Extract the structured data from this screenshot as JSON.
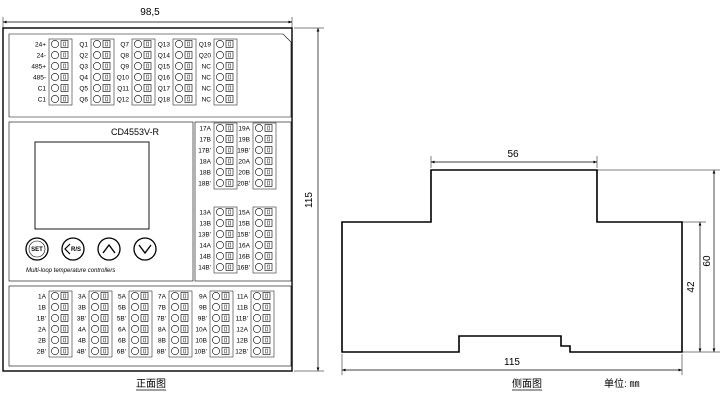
{
  "front_view": {
    "dims": {
      "width": "98,5",
      "height": "115"
    },
    "model": "CD4553V-R",
    "subtitle": "Multi-loop temperature controllers",
    "buttons": {
      "set": "SET",
      "rs": "R/S",
      "up": "up-arrow-icon",
      "down": "down-arrow-icon"
    },
    "top_groups": [
      {
        "labels": [
          "24+",
          "24-",
          "485+",
          "485-",
          "C1",
          "C1"
        ]
      },
      {
        "labels": [
          "Q1",
          "Q2",
          "Q3",
          "Q4",
          "Q5",
          "Q6"
        ]
      },
      {
        "labels": [
          "Q7",
          "Q8",
          "Q9",
          "Q10",
          "Q11",
          "Q12"
        ]
      },
      {
        "labels": [
          "Q13",
          "Q14",
          "Q15",
          "Q16",
          "Q17",
          "Q18"
        ]
      },
      {
        "labels": [
          "Q19",
          "Q20",
          "NC",
          "NC",
          "NC",
          "NC"
        ]
      }
    ],
    "right_groups": [
      {
        "labels": [
          "17A",
          "17B",
          "17B'",
          "18A",
          "18B",
          "18B'"
        ]
      },
      {
        "labels": [
          "19A",
          "19B",
          "19B'",
          "20A",
          "20B",
          "20B'"
        ]
      },
      {
        "labels": [
          "13A",
          "13B",
          "13B'",
          "14A",
          "14B",
          "14B'"
        ]
      },
      {
        "labels": [
          "15A",
          "15B",
          "15B'",
          "16A",
          "16B",
          "16B'"
        ]
      }
    ],
    "bottom_groups": [
      {
        "labels": [
          "1A",
          "1B",
          "1B'",
          "2A",
          "2B",
          "2B'"
        ]
      },
      {
        "labels": [
          "3A",
          "3B",
          "3B'",
          "4A",
          "4B",
          "4B'"
        ]
      },
      {
        "labels": [
          "5A",
          "5B",
          "5B'",
          "6A",
          "6B",
          "6B'"
        ]
      },
      {
        "labels": [
          "7A",
          "7B",
          "7B'",
          "8A",
          "8B",
          "8B'"
        ]
      },
      {
        "labels": [
          "9A",
          "9B",
          "9B'",
          "10A",
          "10B",
          "10B'"
        ]
      },
      {
        "labels": [
          "11A",
          "11B",
          "11B'",
          "12A",
          "12B",
          "12B'"
        ]
      }
    ],
    "caption": "正面图"
  },
  "side_view": {
    "dims": {
      "top": "56",
      "bottom": "115",
      "right_inner": "42",
      "right_outer": "60"
    },
    "caption": "侧面图"
  },
  "unit_label": "单位: ㎜"
}
